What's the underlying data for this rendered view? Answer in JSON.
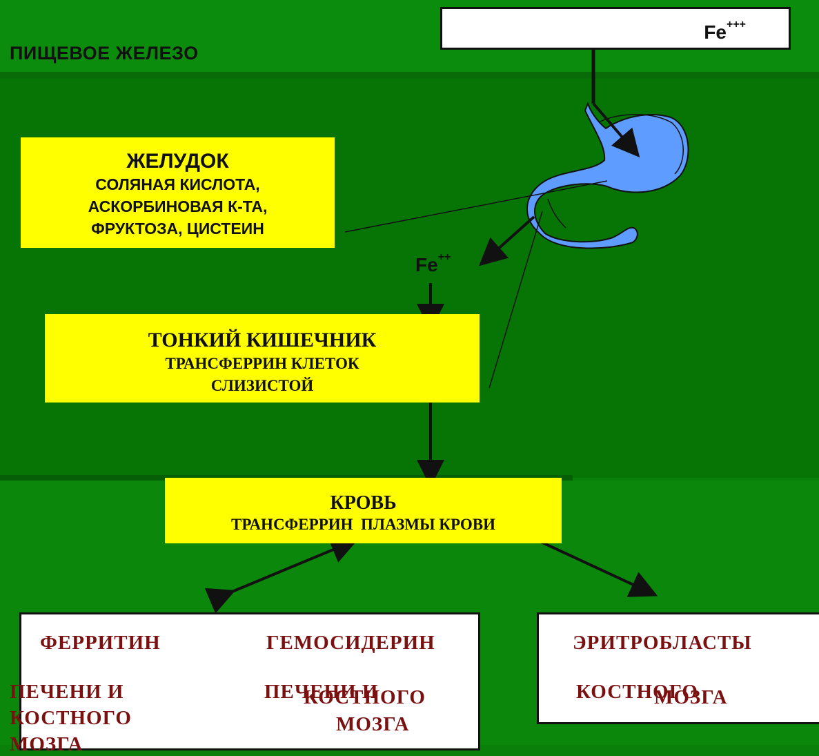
{
  "header": {
    "title": "ПИЩЕВОЕ ЖЕЛЕЗО",
    "fe3": {
      "base": "Fe",
      "charge": "+++"
    }
  },
  "stomach": {
    "heading": "ЖЕЛУДОК",
    "lines": [
      "СОЛЯНАЯ КИСЛОТА,",
      "АСКОРБИНОВАЯ К-ТА,",
      "ФРУКТОЗА, ЦИСТЕИН"
    ]
  },
  "fe2": {
    "base": "Fe",
    "charge": "++"
  },
  "intestine": {
    "heading": "ТОНКИЙ КИШЕЧНИК",
    "lines": [
      "ТРАНСФЕРРИН КЛЕТОК",
      "СЛИЗИСТОЙ"
    ]
  },
  "blood": {
    "heading": "КРОВЬ",
    "line": "ТРАНСФЕРРИН  ПЛАЗМЫ КРОВИ"
  },
  "storage": {
    "ferritin": "ФЕРРИТИН",
    "hemosiderin": "ГЕМОСИДЕРИН",
    "liver_marrow_line1": "ПЕЧЕНИ И",
    "liver_marrow_line2": "КОСТНОГО",
    "liver_marrow_line3": "МОЗГА",
    "liver_line": "ПЕЧЕНИ И",
    "marrow_line1": "КОСТНОГО",
    "marrow_line2": "МОЗГА"
  },
  "erythro": {
    "heading": "ЭРИТРОБЛАСТЫ",
    "line1": "КОСТНОГО",
    "line2": "МОЗГА"
  },
  "colors": {
    "background": "#0a7f0a",
    "yellow_box": "#ffff00",
    "stomach_fill": "#5f9cff",
    "maroon_text": "#7a1010"
  }
}
